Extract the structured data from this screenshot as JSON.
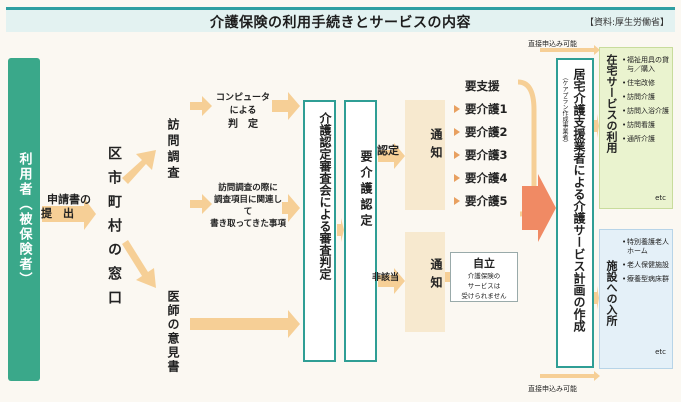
{
  "header": {
    "title": "介護保険の利用手続きとサービスの内容",
    "source": "【資料:厚生労働省】"
  },
  "user": {
    "label": "利用者（被保険者）"
  },
  "application": {
    "line1": "申請書の",
    "line2": "提　出"
  },
  "ward_office": {
    "label": "区市町村の窓口"
  },
  "home_visit": {
    "label": "訪問調査"
  },
  "doctor_opinion": {
    "label": "医師の意見書"
  },
  "computer_judgment": {
    "line1": "コンピュータによる",
    "line2": "判　定"
  },
  "survey_items": {
    "line1": "訪問調査の際に",
    "line2": "調査項目に関連して",
    "line3": "書き取ってきた事項"
  },
  "committee": {
    "label": "介護認定審査会による審査判定"
  },
  "care_certification": {
    "label": "要介護認定"
  },
  "certified_label": "認定",
  "not_applicable_label": "非該当",
  "notify_upper": {
    "label": "通知"
  },
  "notify_lower": {
    "label": "通知"
  },
  "levels": [
    "要支援",
    "要介護1",
    "要介護2",
    "要介護3",
    "要介護4",
    "要介護5"
  ],
  "independent": {
    "title": "自立",
    "desc1": "介護保険の",
    "desc2": "サービスは",
    "desc3": "受けられません"
  },
  "care_plan": {
    "label": "居宅介護支援業者による介護サービス計画の作成",
    "sub": "（ケアプラン作成事業者）"
  },
  "direct_top": "直接申込み可能",
  "direct_bottom": "直接申込み可能",
  "home_services": {
    "label": "在宅サービスの利用",
    "items": [
      "福祉用具の貸与／購入",
      "住宅改修",
      "訪問介護",
      "訪問入浴介護",
      "訪問看護",
      "通所介護"
    ],
    "etc": "etc"
  },
  "facility_services": {
    "label": "施設への入所",
    "items": [
      "特別養護老人ホーム",
      "老人保健施設",
      "療養型病床群"
    ],
    "etc": "etc"
  },
  "colors": {
    "teal": "#2f9e95",
    "green": "#3aa88a",
    "arrow": "#f6cf96",
    "red_arrow": "#f08a64"
  }
}
